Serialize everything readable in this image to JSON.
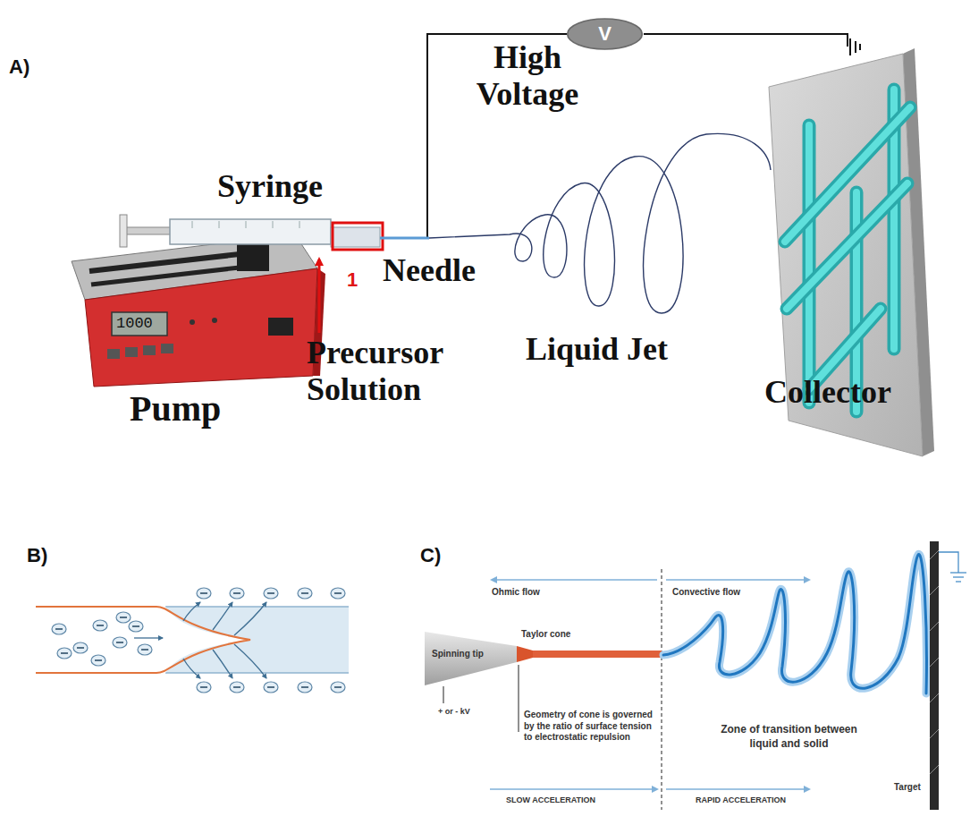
{
  "diagram": {
    "nodes": [
      {
        "text": [
          "V"
        ]
      },
      {
        "text": [
          "Collector"
        ]
      },
      {
        "text": [
          "Spinning tip"
        ]
      }
    ],
    "edges": [
      {
        "from": 0,
        "to": 1,
        "arrow": "none"
      }
    ],
    "labels": [
      "A)",
      "High Voltage",
      "Syringe",
      "1000",
      "1",
      "Needle",
      "Precursor Solution",
      "Liquid Jet",
      "Pump",
      "B)",
      "C)",
      "Ohmic flow",
      "Convective flow",
      "Taylor cone",
      "+ or - kV",
      "Geometry of cone is governed by the ratio of surface tension to electrostatic repulsion",
      "Zone of transition between liquid and solid",
      "Target",
      "SLOW ACCELERATION",
      "RAPID ACCELERATION"
    ]
  }
}
